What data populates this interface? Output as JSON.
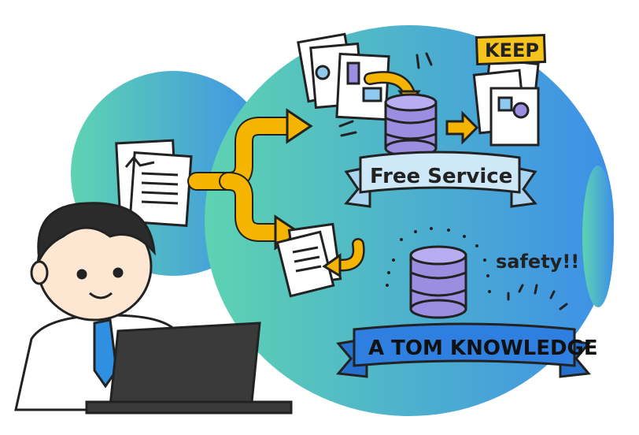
{
  "labels": {
    "keep": "KEEP",
    "free_service": "Free Service",
    "safety": "safety!!",
    "knowledge": "A TOM KNOWLEDGE"
  },
  "colors": {
    "gradient_left": "#5ed3b1",
    "gradient_right": "#3d8fe8",
    "arrow": "#f4b400",
    "database": "#9b8ee0",
    "ribbon_top": "#cfe8f7",
    "ribbon_bottom": "#2f7fe0",
    "keep_tag": "#f6c21c",
    "shirt": "#ffffff",
    "tie": "#2f8fe0",
    "laptop": "#3a3a3a"
  },
  "icons": [
    "document-icon",
    "database-icon",
    "arrow-icon",
    "person-illustration",
    "laptop-icon",
    "ribbon-banner"
  ]
}
